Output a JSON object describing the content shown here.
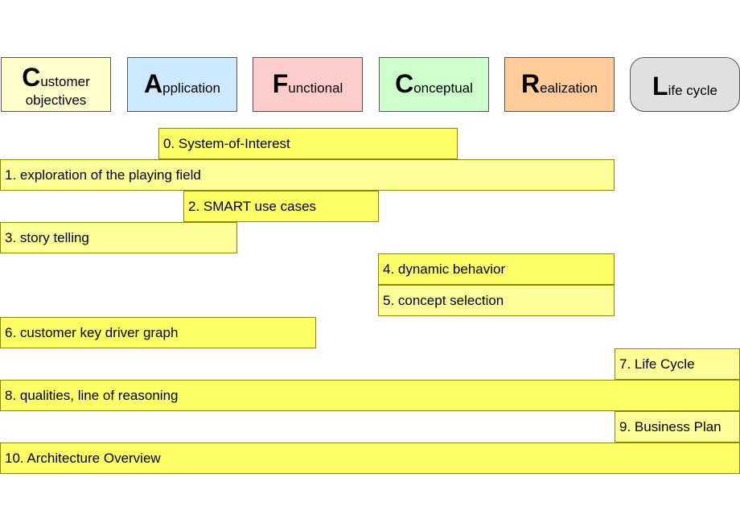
{
  "views": {
    "customer": {
      "initial": "C",
      "rest": "ustomer",
      "line2": "objectives",
      "color": "#ffffcc"
    },
    "application": {
      "initial": "A",
      "rest": "pplication",
      "color": "#cce9ff"
    },
    "functional": {
      "initial": "F",
      "rest": "unctional",
      "color": "#ffcccc"
    },
    "conceptual": {
      "initial": "C",
      "rest": "onceptual",
      "color": "#ccffcc"
    },
    "realization": {
      "initial": "R",
      "rest": "ealization",
      "color": "#ffcc99"
    },
    "lifecycle": {
      "initial": "L",
      "rest": "ife cycle",
      "color": "#e0e0e0"
    }
  },
  "steps": [
    "0. System-of-Interest",
    "1. exploration of the playing field",
    "2. SMART use cases",
    "3. story telling",
    "4. dynamic behavior",
    "5. concept selection",
    "6. customer key driver graph",
    "7. Life Cycle",
    "8. qualities, line of reasoning",
    "9. Business Plan",
    "10. Architecture Overview"
  ],
  "colors": {
    "bright_step": "#ffff66",
    "pale_step": "#ffff99"
  }
}
